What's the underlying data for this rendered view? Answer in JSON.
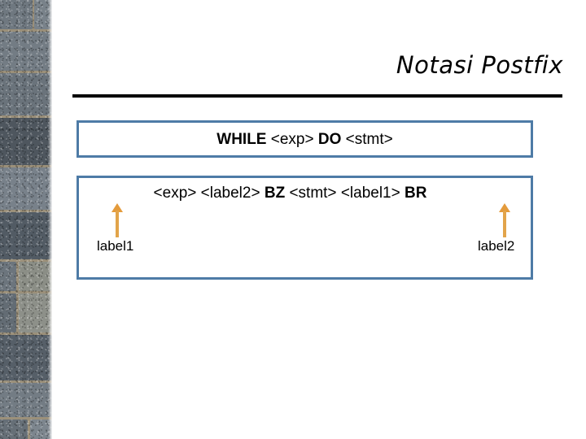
{
  "slide": {
    "title": "Notasi Postfix",
    "background_color": "#ffffff",
    "accent_color": "#4e7ba6",
    "arrow_color": "#e49b3c",
    "rule_color": "#000000"
  },
  "decor": {
    "stone_strip_name": "stone-wall-texture"
  },
  "source_box": {
    "tokens": [
      {
        "text": "WHILE",
        "bold": true
      },
      {
        "text": "<exp>",
        "bold": false
      },
      {
        "text": "DO",
        "bold": true
      },
      {
        "text": "<stmt>",
        "bold": false
      }
    ],
    "full_text": "WHILE <exp> DO <stmt>"
  },
  "target_box": {
    "tokens": [
      {
        "text": "<exp>",
        "bold": false
      },
      {
        "text": "<label2>",
        "bold": false
      },
      {
        "text": "BZ",
        "bold": true
      },
      {
        "text": "<stmt>",
        "bold": false
      },
      {
        "text": "<label1>",
        "bold": false
      },
      {
        "text": "BR",
        "bold": true
      }
    ],
    "full_text": "<exp> <label2> BZ <stmt> <label1> BR",
    "annotations": [
      {
        "label": "label1",
        "arrow": "up-arrow"
      },
      {
        "label": "label2",
        "arrow": "up-arrow"
      }
    ]
  }
}
